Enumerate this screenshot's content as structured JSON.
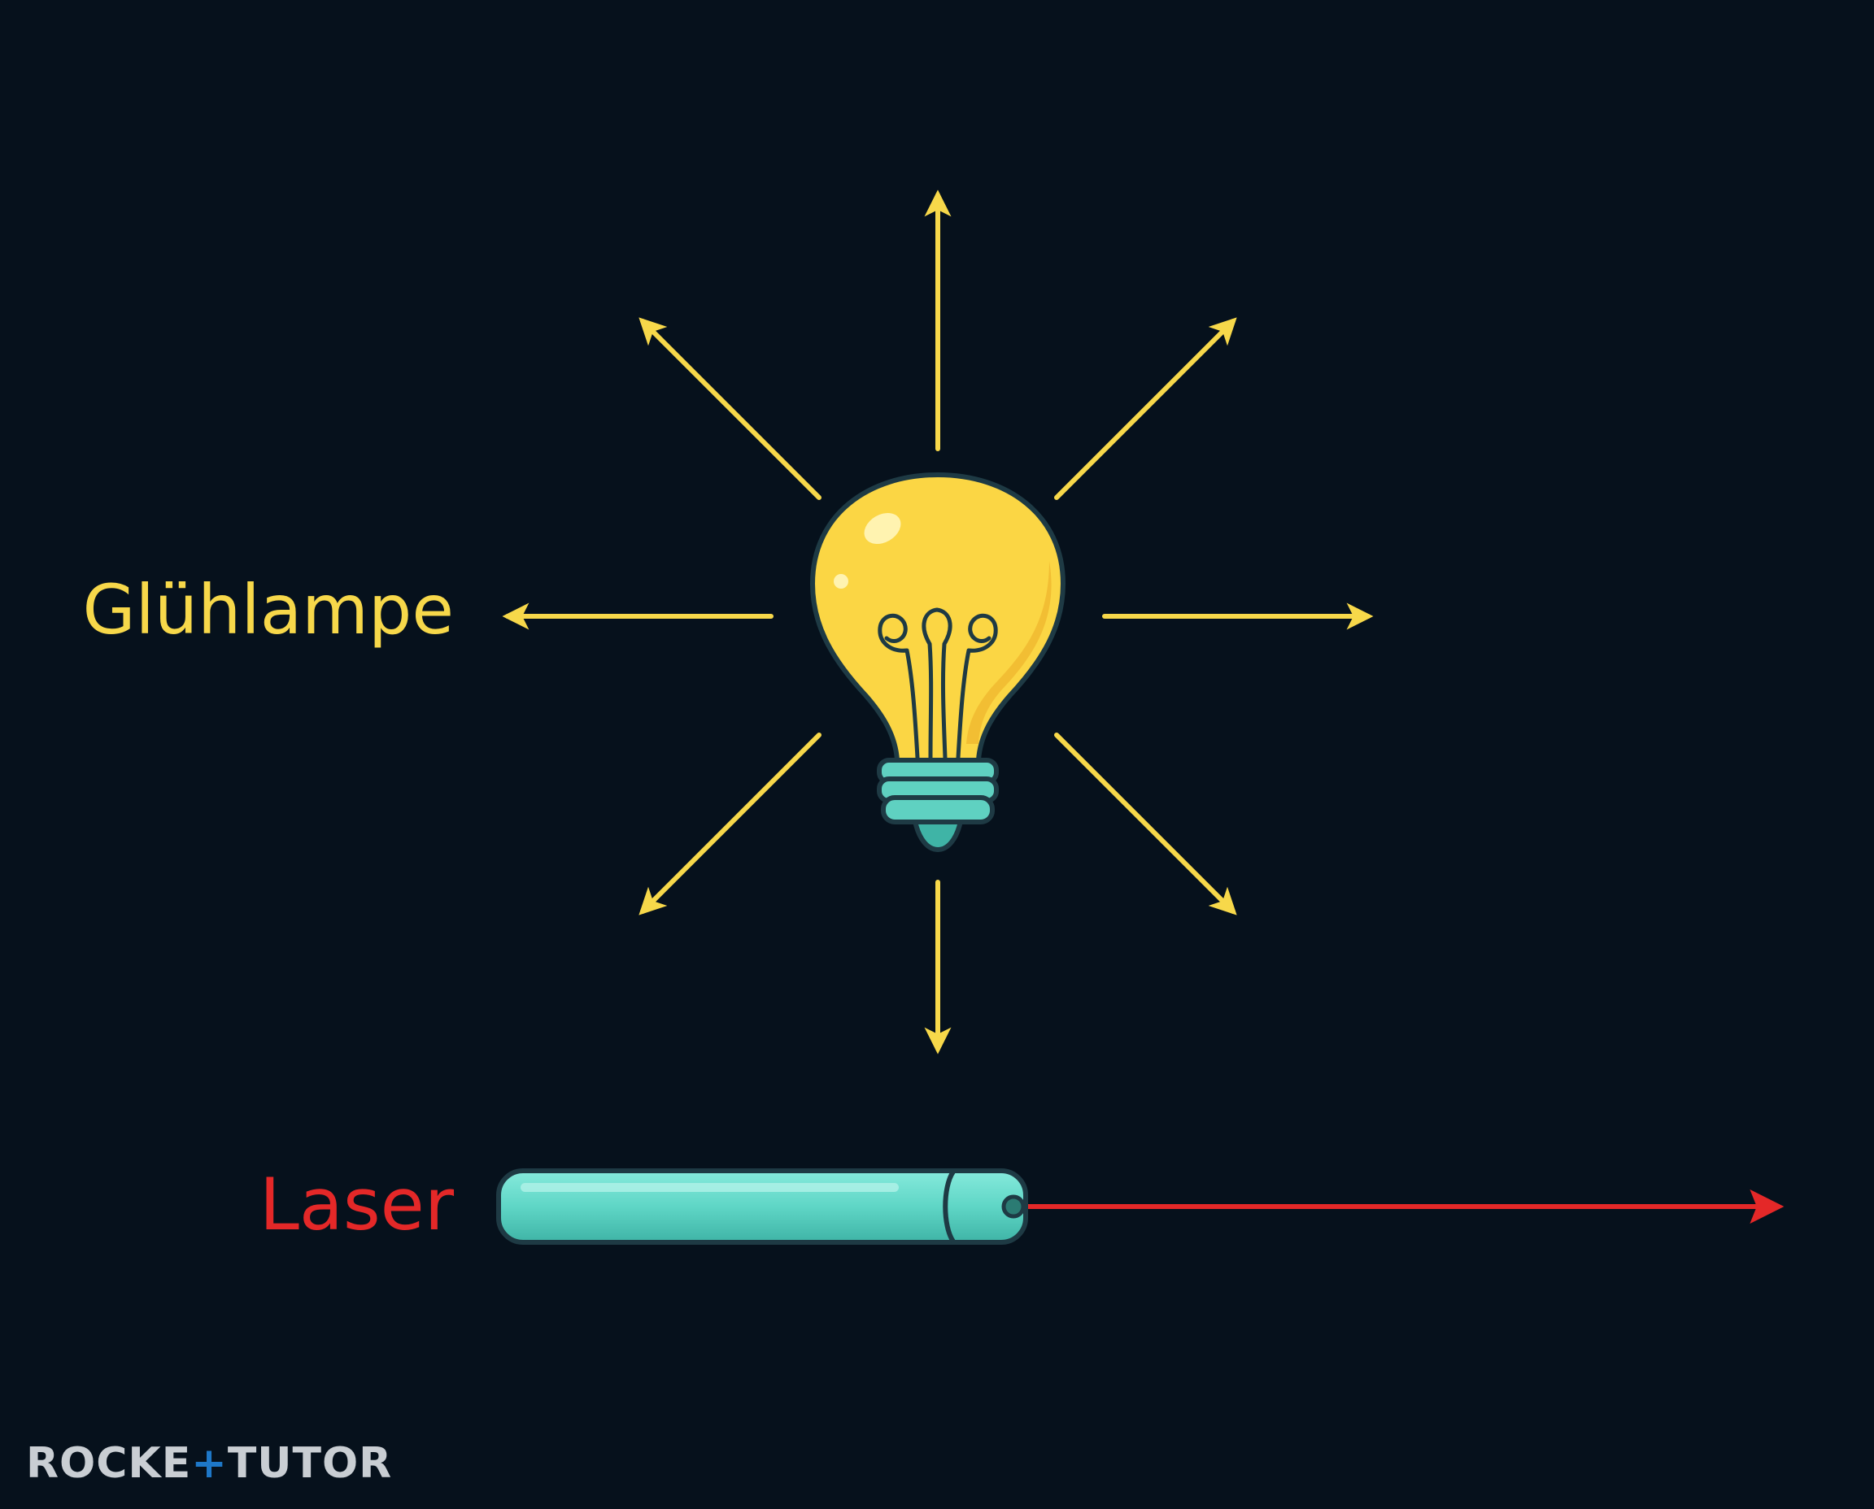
{
  "labels": {
    "bulb": "Glühlampe",
    "laser": "Laser"
  },
  "watermark": {
    "part1": "ROCKE",
    "accent": "+",
    "part2": "TUTOR"
  },
  "colors": {
    "background": "#06111c",
    "bulb_label": "#f7d84a",
    "laser_label": "#e42828",
    "rays": "#f7d84a",
    "bulb_glass": "#fbd644",
    "bulb_base": "#5fd1c1",
    "laser_body": "#5fd6c6",
    "laser_beam": "#e42828",
    "outline": "#1e3a44"
  },
  "icons": {
    "bulb": "light-bulb-icon",
    "laser": "laser-pointer-icon"
  }
}
